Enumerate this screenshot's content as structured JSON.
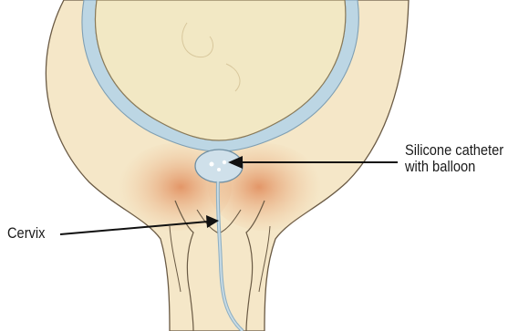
{
  "labels": {
    "catheter_line1": "Silicone catheter",
    "catheter_line2": "with balloon",
    "cervix": "Cervix"
  },
  "colors": {
    "uterus_fill": "#f2e8c4",
    "uterus_outline": "#8a7a58",
    "membrane_blue": "#bcd6e4",
    "membrane_blue_dark": "#8fb4c8",
    "wall": "#f5e7c8",
    "wall_outline": "#6a5a44",
    "tissue_orange": "#e8a47a",
    "balloon": "#cfe0ea",
    "tube": "#a9c4d4",
    "arrow": "#111111"
  }
}
